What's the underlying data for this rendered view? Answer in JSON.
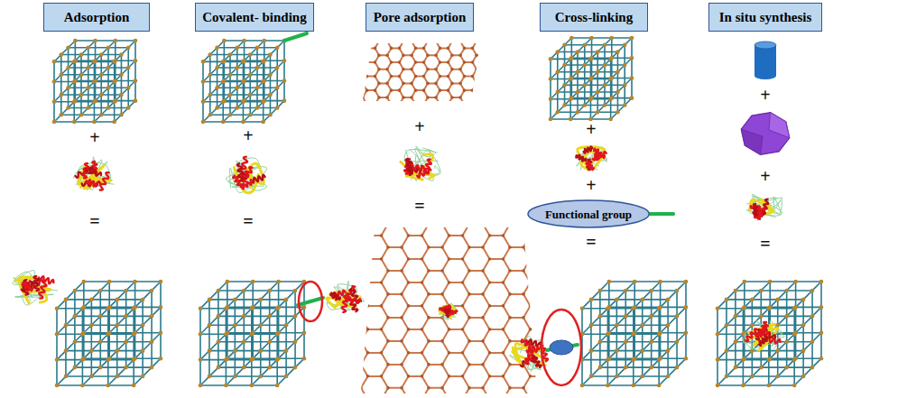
{
  "diagram": {
    "nodes": [
      {
        "text": [
          "Adsorption"
        ]
      },
      {
        "text": [
          "Covalent- binding"
        ]
      },
      {
        "text": [
          "Pore adsorption"
        ]
      },
      {
        "text": [
          "Cross-linking"
        ]
      },
      {
        "text": [
          "In situ synthesis"
        ]
      },
      {
        "text": [
          "Functional group"
        ]
      }
    ],
    "labels": [
      "+",
      "=",
      "+",
      "=",
      "+",
      "=",
      "+",
      "+",
      "=",
      "+",
      "+",
      "="
    ]
  }
}
